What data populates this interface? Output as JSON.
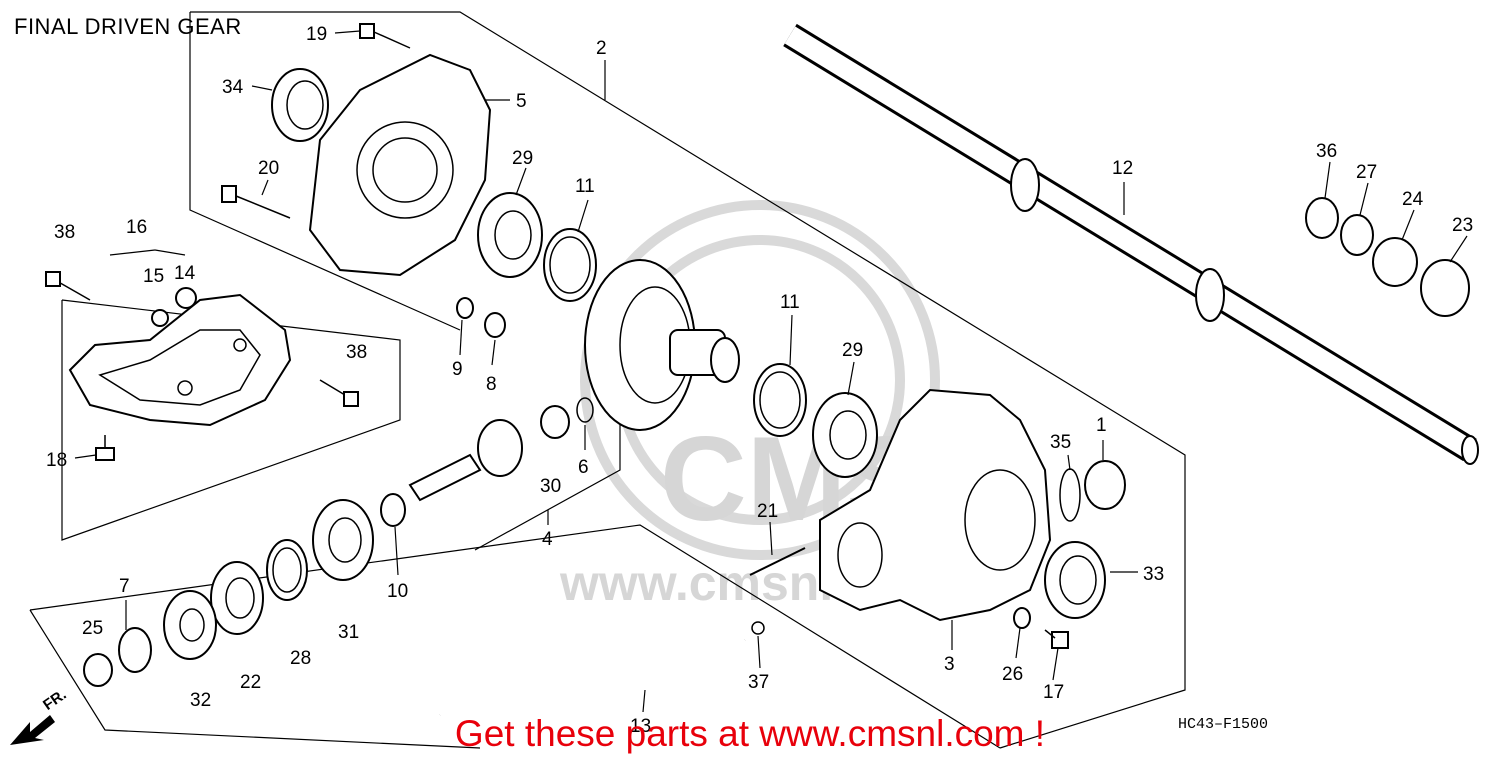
{
  "title": "FINAL DRIVEN GEAR",
  "promo_text": "Get these parts at www.cmsnl.com !",
  "diagram_code": "HC43–F1500",
  "direction_label": "FR.",
  "watermark": {
    "main": "CMS",
    "site": "www.cmsnl.com"
  },
  "callouts": [
    {
      "id": "1",
      "label": "1"
    },
    {
      "id": "2",
      "label": "2"
    },
    {
      "id": "3",
      "label": "3"
    },
    {
      "id": "4",
      "label": "4"
    },
    {
      "id": "5",
      "label": "5"
    },
    {
      "id": "6",
      "label": "6"
    },
    {
      "id": "7",
      "label": "7"
    },
    {
      "id": "8",
      "label": "8"
    },
    {
      "id": "9",
      "label": "9"
    },
    {
      "id": "10",
      "label": "10"
    },
    {
      "id": "11a",
      "label": "11"
    },
    {
      "id": "11b",
      "label": "11"
    },
    {
      "id": "12",
      "label": "12"
    },
    {
      "id": "13",
      "label": "13"
    },
    {
      "id": "14",
      "label": "14"
    },
    {
      "id": "15",
      "label": "15"
    },
    {
      "id": "16",
      "label": "16"
    },
    {
      "id": "17",
      "label": "17"
    },
    {
      "id": "18",
      "label": "18"
    },
    {
      "id": "19",
      "label": "19"
    },
    {
      "id": "20",
      "label": "20"
    },
    {
      "id": "21",
      "label": "21"
    },
    {
      "id": "22",
      "label": "22"
    },
    {
      "id": "23",
      "label": "23"
    },
    {
      "id": "24",
      "label": "24"
    },
    {
      "id": "25",
      "label": "25"
    },
    {
      "id": "26",
      "label": "26"
    },
    {
      "id": "27",
      "label": "27"
    },
    {
      "id": "28",
      "label": "28"
    },
    {
      "id": "29a",
      "label": "29"
    },
    {
      "id": "29b",
      "label": "29"
    },
    {
      "id": "30",
      "label": "30"
    },
    {
      "id": "31",
      "label": "31"
    },
    {
      "id": "32",
      "label": "32"
    },
    {
      "id": "33",
      "label": "33"
    },
    {
      "id": "34",
      "label": "34"
    },
    {
      "id": "35",
      "label": "35"
    },
    {
      "id": "36",
      "label": "36"
    },
    {
      "id": "37",
      "label": "37"
    },
    {
      "id": "38a",
      "label": "38"
    },
    {
      "id": "38b",
      "label": "38"
    }
  ]
}
